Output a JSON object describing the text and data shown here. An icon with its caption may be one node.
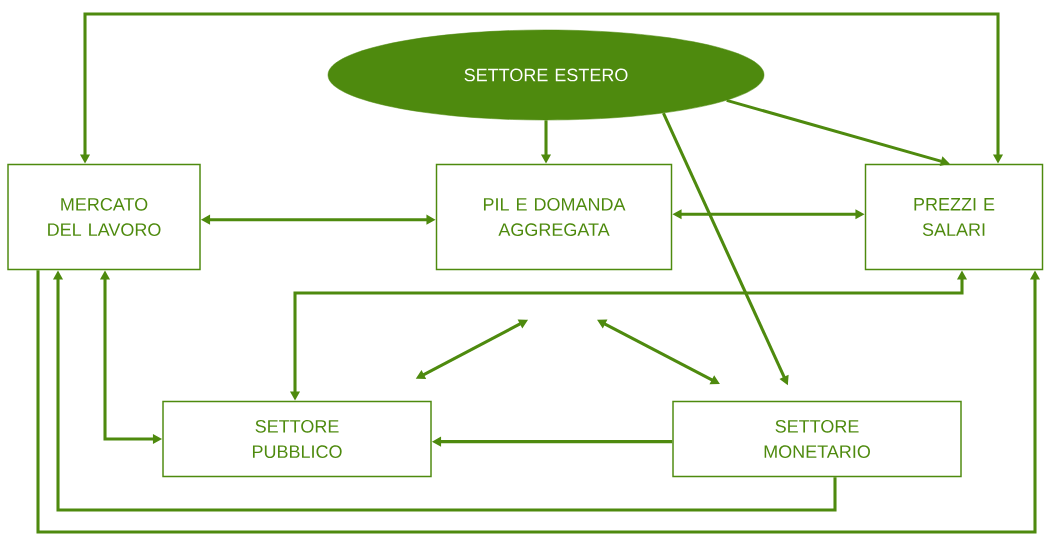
{
  "diagram": {
    "nodes": [
      {
        "text": [
          "SETTORE ESTERO"
        ]
      },
      {
        "text": [
          "MERCATO DEL LAVORO"
        ]
      },
      {
        "text": [
          "PIL E DOMANDA AGGREGATA"
        ]
      },
      {
        "text": [
          "PREZZI E SALARI"
        ]
      },
      {
        "text": [
          "SETTORE PUBBLICO"
        ]
      },
      {
        "text": [
          "SETTORE MONETARIO"
        ]
      }
    ],
    "edges": [
      {
        "from": 1,
        "to": 3,
        "arrow": "both"
      },
      {
        "from": 0,
        "to": 2,
        "arrow": "to"
      },
      {
        "from": 0,
        "to": 3,
        "arrow": "to"
      },
      {
        "from": 0,
        "to": 5,
        "arrow": "to"
      },
      {
        "from": 1,
        "to": 2,
        "arrow": "both"
      },
      {
        "from": 2,
        "to": 3,
        "arrow": "both"
      },
      {
        "from": 2,
        "to": 4,
        "arrow": "both"
      },
      {
        "from": 2,
        "to": 5,
        "arrow": "both"
      },
      {
        "from": 5,
        "to": 4,
        "arrow": "to"
      },
      {
        "from": 3,
        "to": 4,
        "arrow": "both"
      },
      {
        "from": 1,
        "to": 4,
        "arrow": "both"
      },
      {
        "from": 5,
        "to": 1,
        "arrow": "to"
      },
      {
        "from": 1,
        "to": 3,
        "arrow": "to"
      }
    ]
  }
}
